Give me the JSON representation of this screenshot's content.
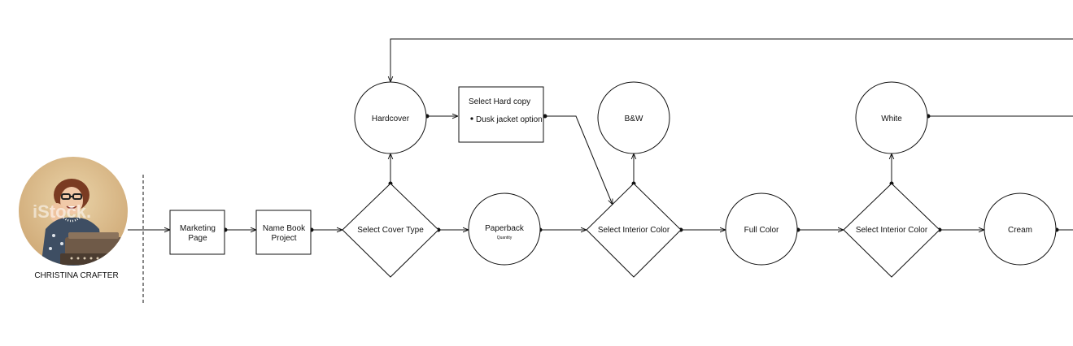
{
  "persona": {
    "name": "CHRISTINA CRAFTER",
    "photo_watermark": "iStock."
  },
  "nodes": {
    "marketing_page": [
      "Marketing",
      "Page"
    ],
    "name_book_project": [
      "Name Book",
      "Project"
    ],
    "select_cover_type": "Select Cover Type",
    "hardcover": "Hardcover",
    "hard_copy_box": {
      "title": "Select Hard copy",
      "bullet": "Dusk jacket option"
    },
    "paperback": "Paperback",
    "paperback_sub": "Quantity",
    "select_interior_color_1": "Select Interior Color",
    "bw": "B&W",
    "full_color": "Full Color",
    "select_interior_color_2": "Select Interior Color",
    "white": "White",
    "cream": "Cream"
  },
  "colors": {
    "photo_background": "#d9b98a",
    "stroke": "#111111"
  }
}
